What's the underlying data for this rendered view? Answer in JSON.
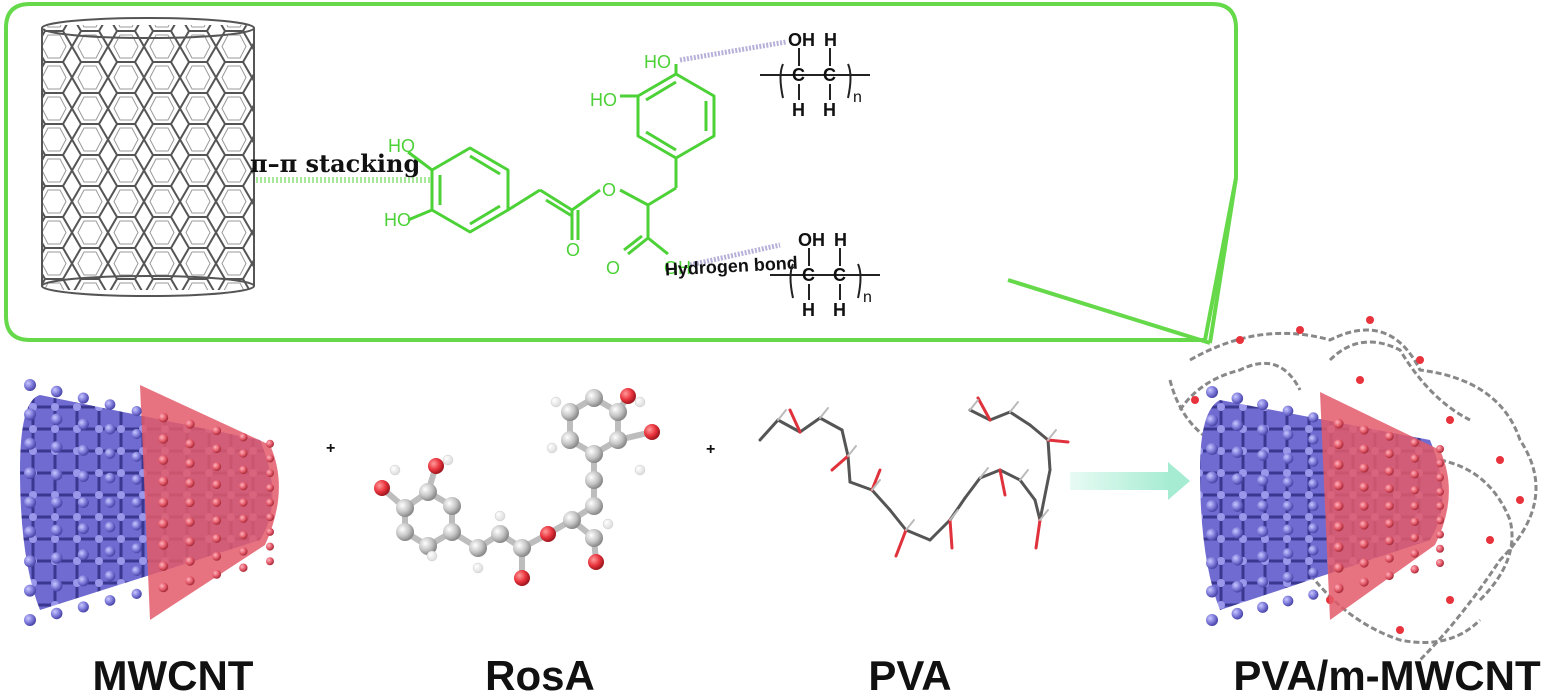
{
  "callout": {
    "border_color": "#66d94a",
    "interaction_label": "π–π stacking",
    "hbond_label": "Hydrogen bond",
    "rosa_atoms": {
      "ho_top_ring": "HO",
      "ho_top_left": "HO",
      "ho_left_top": "HO",
      "ho_left_bottom": "HO",
      "ester_o_left": "O",
      "ester_o_mid": "O",
      "acid_o": "O",
      "acid_oh": "OH"
    },
    "pva_top": {
      "oh": "OH",
      "h_top": "H",
      "c1": "C",
      "c2": "C",
      "h_bottom1": "H",
      "h_bottom2": "H",
      "n": "n"
    },
    "pva_bottom": {
      "oh": "OH",
      "h_top": "H",
      "c1": "C",
      "c2": "C",
      "h_bottom1": "H",
      "h_bottom2": "H",
      "n": "n"
    },
    "molecule_color": "#4cd137"
  },
  "row": {
    "plus_1": "+",
    "plus_2": "+"
  },
  "labels": {
    "mwcnt": "MWCNT",
    "rosa": "RosA",
    "pva": "PVA",
    "composite": "PVA/m-MWCNT"
  },
  "colors": {
    "tube_red": "#e45a6a",
    "tube_blue": "#7b78d8",
    "oxygen": "#e8323c",
    "carbon": "#b8b8b8",
    "hydrogen": "#ffffff",
    "arrow": "#bff3df"
  }
}
